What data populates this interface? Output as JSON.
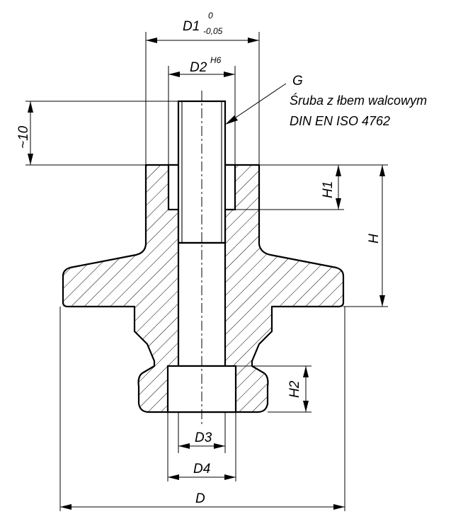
{
  "labels": {
    "d1": "D1",
    "d1_upper_tol": "0",
    "d1_lower_tol": "-0,05",
    "d2": "D2",
    "d2_fit": "H6",
    "thread": "G",
    "approx_10": "~10",
    "h1": "H1",
    "h": "H",
    "h2": "H2",
    "d3": "D3",
    "d4": "D4",
    "d": "D"
  },
  "note": {
    "line1": "Śruba z łbem walcowym",
    "line2": "DIN EN ISO 4762"
  }
}
